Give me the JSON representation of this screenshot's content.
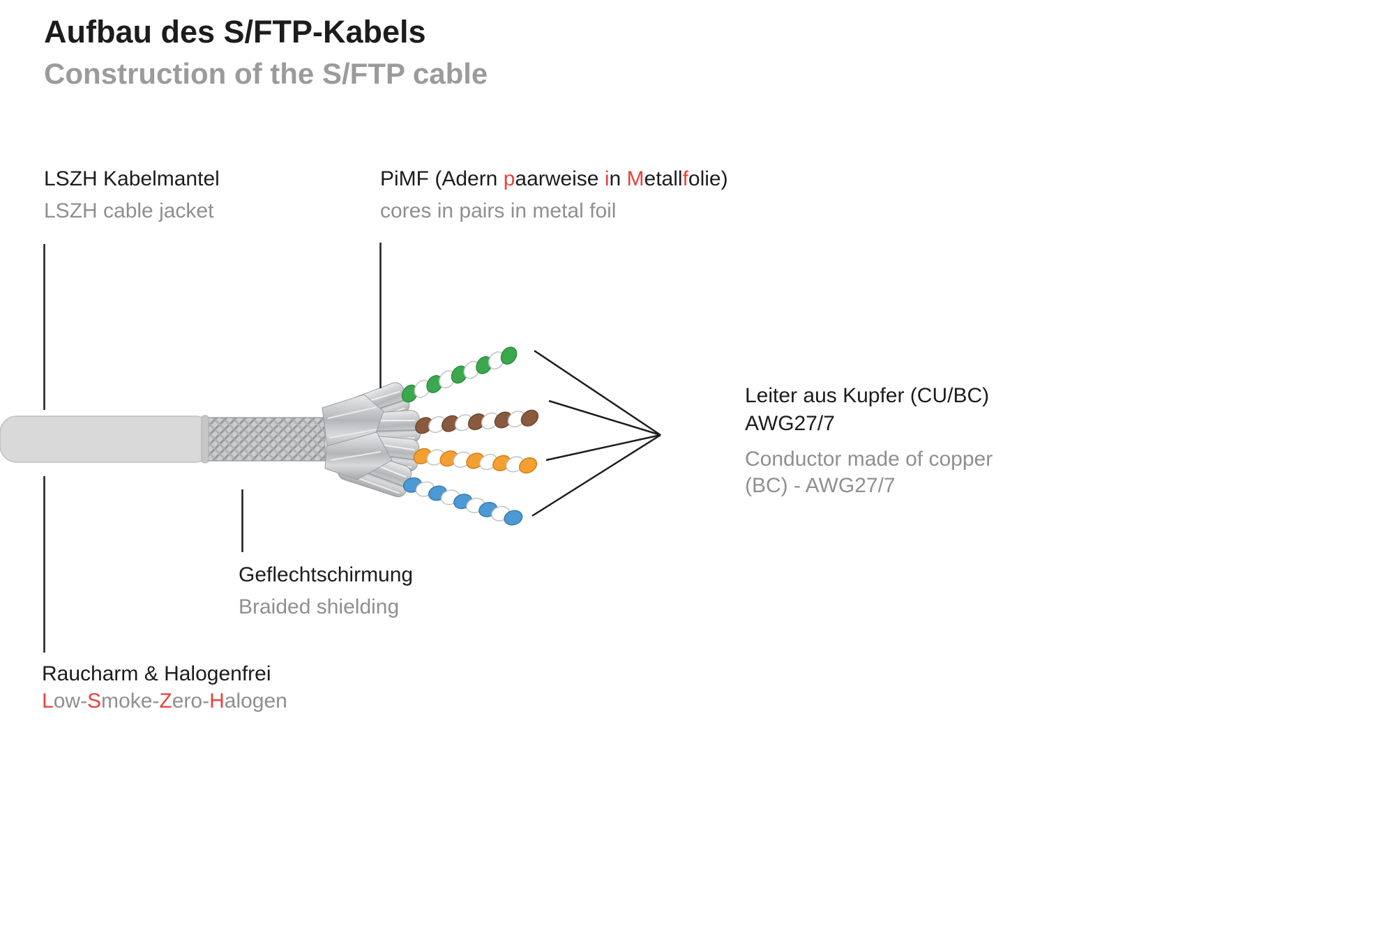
{
  "title": {
    "de": "Aufbau des S/FTP-Kabels",
    "en": "Construction of the S/FTP cable"
  },
  "labels": {
    "jacket": {
      "de": "LSZH Kabelmantel",
      "en": "LSZH cable jacket"
    },
    "pimf": {
      "de_segments": [
        "PiMF (Adern ",
        "p",
        "aarweise ",
        "i",
        "n ",
        "M",
        "etall",
        "f",
        "olie)"
      ],
      "en": "cores in pairs in metal foil"
    },
    "conductor": {
      "de_line1": "Leiter aus Kupfer (CU/BC)",
      "de_line2": "AWG27/7",
      "en_line1": "Conductor made of copper",
      "en_line2": "(BC) - AWG27/7"
    },
    "braid": {
      "de": "Geflechtschirmung",
      "en": "Braided shielding"
    },
    "lszh": {
      "de": "Raucharm & Halogenfrei",
      "en_segments": [
        "L",
        "ow-",
        "S",
        "moke-",
        "Z",
        "ero-",
        "H",
        "alogen"
      ]
    }
  },
  "colors": {
    "accent_red": "#e8413c",
    "text_dark": "#1c1c1c",
    "text_gray": "#8f8f8f",
    "cable_jacket": "#d9d9d9",
    "braid_shield": "#c9cacb",
    "foil": "#b7b9bc",
    "wire_green": "#3aa94e",
    "wire_brown": "#8a5a3e",
    "wire_orange": "#f49f2f",
    "wire_blue": "#4c99d4"
  }
}
